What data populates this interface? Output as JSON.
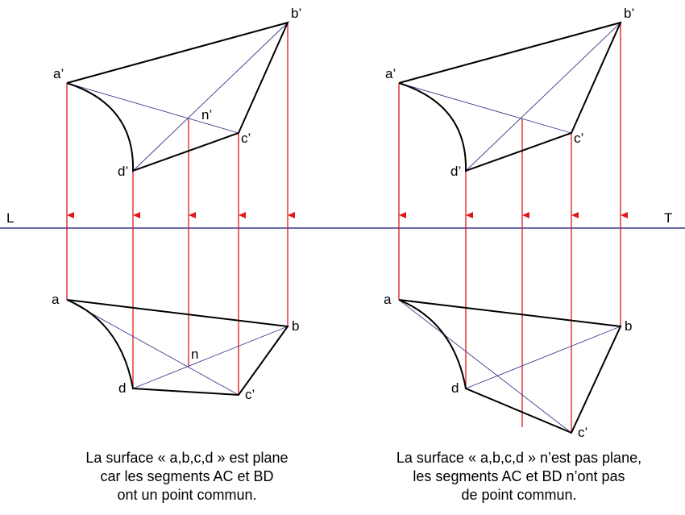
{
  "ground_line": {
    "left_label": "L",
    "right_label": "T"
  },
  "left_figure": {
    "labels": {
      "a_prime": "a’",
      "b_prime": "b’",
      "c_prime": "c’",
      "d_prime": "d’",
      "n_prime": "n’",
      "a": "a",
      "b": "b",
      "c": "c’",
      "d": "d",
      "n": "n"
    },
    "caption": [
      "La surface « a,b,c,d » est plane",
      "car les segments AC et BD",
      "ont un point commun."
    ]
  },
  "right_figure": {
    "labels": {
      "a_prime": "a’",
      "b_prime": "b’",
      "c_prime": "c’",
      "d_prime": "d’",
      "a": "a",
      "b": "b",
      "c": "c’",
      "d": "d"
    },
    "caption": [
      "La surface « a,b,c,d » n’est pas plane,",
      "les segments AC et BD n’ont pas",
      "de point commun."
    ]
  },
  "colors": {
    "projection": "#e0161b",
    "ground_line": "#3a3a8a",
    "diagonal": "#3a3a8a",
    "edge": "#000000"
  }
}
